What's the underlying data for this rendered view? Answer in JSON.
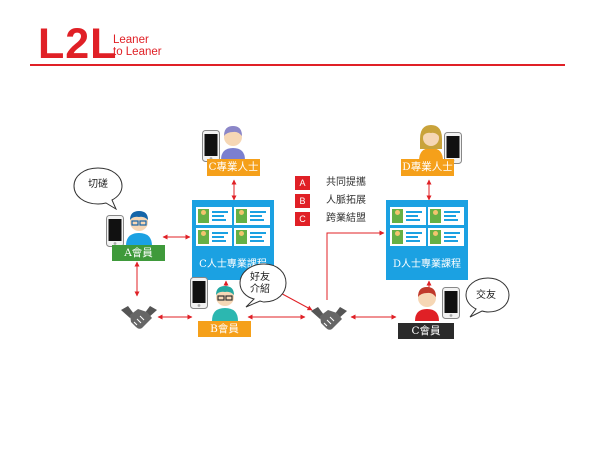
{
  "logo": {
    "mark": "L2L",
    "line1": "Leaner",
    "line2": "to Leaner"
  },
  "colors": {
    "brand_red": "#e02026",
    "course_blue": "#1ba1e2",
    "member_green": "#3f9a3b",
    "member_orange": "#f5a01a",
    "member_black": "#2b2b2b",
    "arrow_red": "#e02026"
  },
  "nodes": {
    "c_pro": "C專業人士",
    "d_pro": "D專業人士",
    "a_member": "A會員",
    "b_member": "B會員",
    "c_member": "C會員",
    "c_course": "C人士專業課程",
    "d_course": "D人士專業課程"
  },
  "bubbles": {
    "qiecuo": "切磋",
    "friend_intro": "好友介紹",
    "jiaoyou": "交友"
  },
  "legend": [
    {
      "badge": "A",
      "text": "共同提攜"
    },
    {
      "badge": "B",
      "text": "人脈拓展"
    },
    {
      "badge": "C",
      "text": "跨業結盟"
    }
  ],
  "icons": [
    "smartphone-icon",
    "person-avatar-icon",
    "handshake-icon",
    "speech-bubble-icon",
    "arrow-icon"
  ]
}
